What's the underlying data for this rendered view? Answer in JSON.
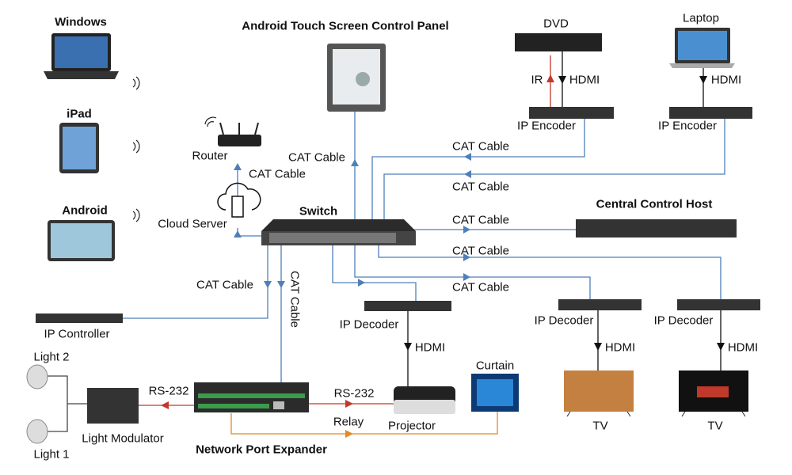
{
  "devices": {
    "windows": "Windows",
    "ipad": "iPad",
    "android": "Android",
    "panel": "Android Touch Screen Control Panel",
    "dvd": "DVD",
    "laptop": "Laptop",
    "router": "Router",
    "cloud": "Cloud Server",
    "switch": "Switch",
    "encoder1": "IP Encoder",
    "encoder2": "IP Encoder",
    "host": "Central Control Host",
    "decoder1": "IP Decoder",
    "decoder2": "IP Decoder",
    "decoder3": "IP Decoder",
    "controller": "IP Controller",
    "light2": "Light 2",
    "light1": "Light 1",
    "modulator": "Light Modulator",
    "expander": "Network Port Expander",
    "projector": "Projector",
    "curtain": "Curtain",
    "tv1": "TV",
    "tv2": "TV"
  },
  "links": {
    "router_cat": "CAT Cable",
    "panel_cat": "CAT Cable",
    "enc1_cat": "CAT Cable",
    "enc2_cat": "CAT Cable",
    "host_cat": "CAT Cable",
    "dec3_cat": "CAT Cable",
    "dec2_cat": "CAT Cable",
    "left_cat": "CAT Cable",
    "expander_cat": "CAT Cable",
    "ir": "IR",
    "dvd_hdmi": "HDMI",
    "laptop_hdmi": "HDMI",
    "dec1_hdmi": "HDMI",
    "dec2_hdmi": "HDMI",
    "dec3_hdmi": "HDMI",
    "rs232_left": "RS-232",
    "rs232_right": "RS-232",
    "relay": "Relay"
  },
  "colors": {
    "cat": "#4f7fb8",
    "rs232": "#c0392b",
    "relay": "#e08a2c",
    "hdmi": "#111111"
  }
}
